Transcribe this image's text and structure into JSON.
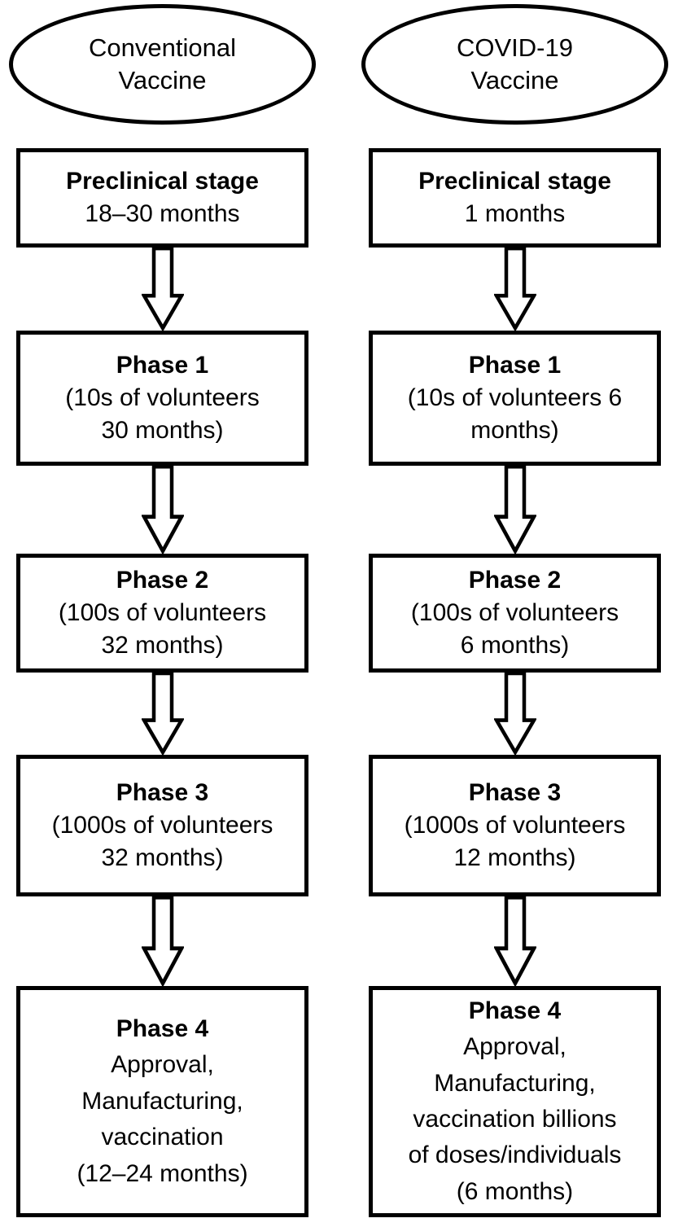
{
  "colors": {
    "stroke": "#000000",
    "fill": "#ffffff"
  },
  "columns": [
    {
      "header": "Conventional\nVaccine",
      "stages": [
        {
          "title": "Preclinical stage",
          "body": "18–30 months"
        },
        {
          "title": "Phase 1",
          "body": "(10s of volunteers\n30 months)"
        },
        {
          "title": "Phase 2",
          "body": "(100s of volunteers\n32 months)"
        },
        {
          "title": "Phase 3",
          "body": "(1000s of volunteers\n32 months)"
        },
        {
          "title": "Phase 4",
          "body": "Approval,\nManufacturing,\nvaccination\n(12–24 months)"
        }
      ]
    },
    {
      "header": "COVID-19\nVaccine",
      "stages": [
        {
          "title": "Preclinical stage",
          "body": "1 months"
        },
        {
          "title": "Phase 1",
          "body": "(10s of volunteers 6\nmonths)"
        },
        {
          "title": "Phase 2",
          "body": "(100s of volunteers\n6 months)"
        },
        {
          "title": "Phase 3",
          "body": "(1000s of volunteers\n12 months)"
        },
        {
          "title": "Phase 4",
          "body": "Approval,\nManufacturing,\nvaccination billions\nof doses/individuals\n(6 months)"
        }
      ]
    }
  ]
}
